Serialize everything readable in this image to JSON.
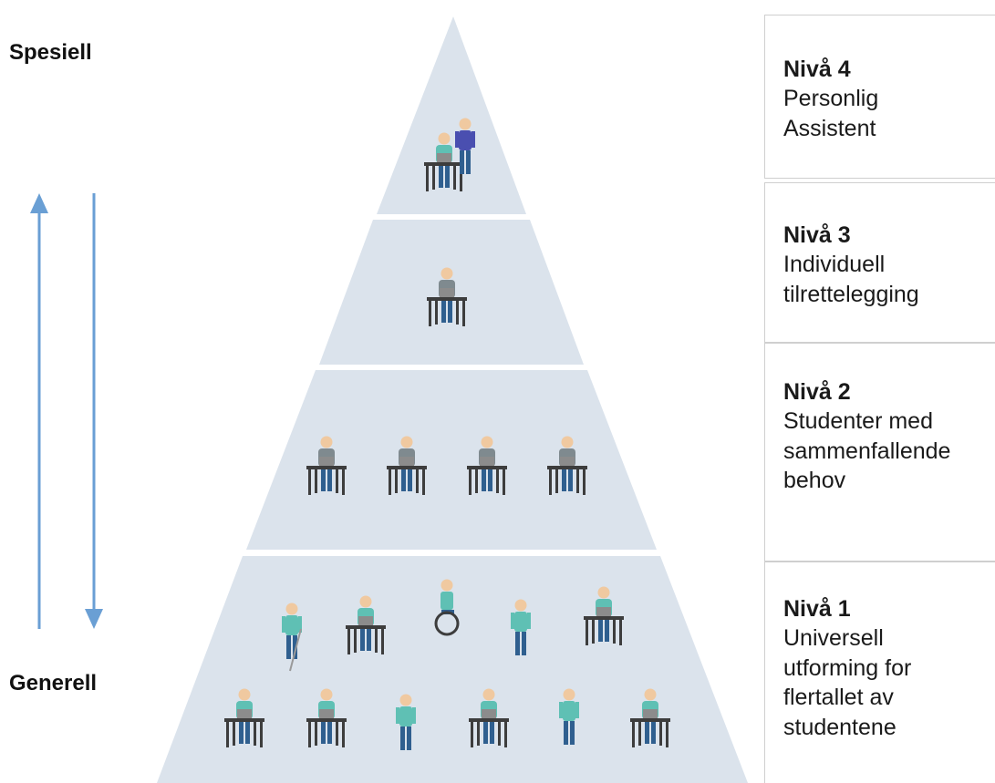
{
  "axis": {
    "top_label": "Spesiell",
    "bottom_label": "Generell"
  },
  "levels": [
    {
      "title": "Nivå 4",
      "lines": [
        "Personlig",
        "Assistent"
      ]
    },
    {
      "title": "Nivå 3",
      "lines": [
        "Individuell",
        "tilrettelegging"
      ]
    },
    {
      "title": "Nivå 2",
      "lines": [
        "Studenter med",
        "sammenfallende",
        "behov"
      ]
    },
    {
      "title": "Nivå 1",
      "lines": [
        "Universell",
        "utforming for",
        "flertallet av",
        "studentene"
      ]
    }
  ],
  "colors": {
    "pyramid_fill": "#dbe3ec",
    "arrow": "#6a9fd4",
    "shirt": "#5fc0b4",
    "assistant_shirt": "#4a4fb0",
    "skin": "#f0c9a0",
    "desk": "#3d3d3d",
    "laptop": "#8c8c8c"
  }
}
